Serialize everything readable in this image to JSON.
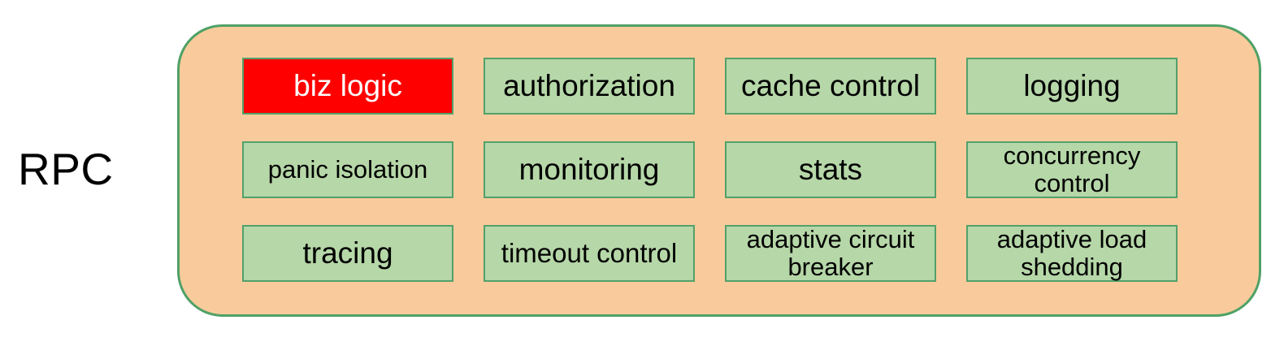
{
  "diagram": {
    "label": "RPC",
    "colors": {
      "container_fill": "#F9CB9C",
      "container_border": "#4FA166",
      "box_fill": "#B6D7A8",
      "box_border": "#52A06A",
      "highlight_fill": "#FF0000",
      "highlight_text": "#FFFFFF",
      "text": "#000000"
    },
    "boxes": [
      {
        "label": "biz logic",
        "highlighted": true
      },
      {
        "label": "authorization",
        "highlighted": false
      },
      {
        "label": "cache control",
        "highlighted": false
      },
      {
        "label": "logging",
        "highlighted": false
      },
      {
        "label": "panic isolation",
        "highlighted": false
      },
      {
        "label": "monitoring",
        "highlighted": false
      },
      {
        "label": "stats",
        "highlighted": false
      },
      {
        "label": "concurrency control",
        "highlighted": false
      },
      {
        "label": "tracing",
        "highlighted": false
      },
      {
        "label": "timeout control",
        "highlighted": false
      },
      {
        "label": "adaptive circuit breaker",
        "highlighted": false
      },
      {
        "label": "adaptive load shedding",
        "highlighted": false
      }
    ]
  }
}
